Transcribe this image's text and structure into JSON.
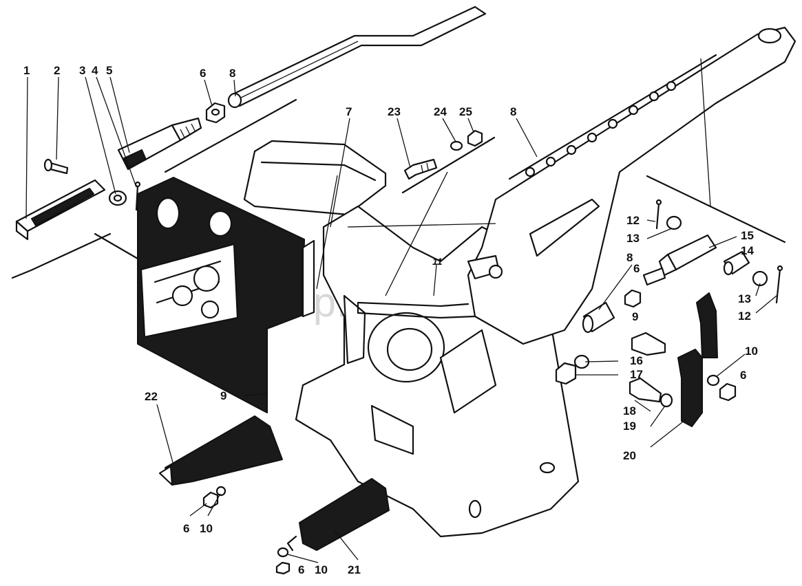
{
  "watermark": "autopiter.ru",
  "callouts": [
    {
      "id": "c1",
      "text": "1"
    },
    {
      "id": "c2",
      "text": "2"
    },
    {
      "id": "c3",
      "text": "3"
    },
    {
      "id": "c4",
      "text": "4"
    },
    {
      "id": "c5",
      "text": "5"
    },
    {
      "id": "c6a",
      "text": "6"
    },
    {
      "id": "c8a",
      "text": "8"
    },
    {
      "id": "c7",
      "text": "7"
    },
    {
      "id": "c23",
      "text": "23"
    },
    {
      "id": "c24",
      "text": "24"
    },
    {
      "id": "c25",
      "text": "25"
    },
    {
      "id": "c8b",
      "text": "8"
    },
    {
      "id": "c12a",
      "text": "12"
    },
    {
      "id": "c13a",
      "text": "13"
    },
    {
      "id": "c15",
      "text": "15"
    },
    {
      "id": "c14",
      "text": "14"
    },
    {
      "id": "c8c",
      "text": "8"
    },
    {
      "id": "c6b",
      "text": "6"
    },
    {
      "id": "c11",
      "text": "11"
    },
    {
      "id": "c13b",
      "text": "13"
    },
    {
      "id": "c12b",
      "text": "12"
    },
    {
      "id": "c9a",
      "text": "9"
    },
    {
      "id": "c16",
      "text": "16"
    },
    {
      "id": "c10a",
      "text": "10"
    },
    {
      "id": "c17",
      "text": "17"
    },
    {
      "id": "c6c",
      "text": "6"
    },
    {
      "id": "c22",
      "text": "22"
    },
    {
      "id": "c9b",
      "text": "9"
    },
    {
      "id": "c18",
      "text": "18"
    },
    {
      "id": "c19",
      "text": "19"
    },
    {
      "id": "c20",
      "text": "20"
    },
    {
      "id": "c6d",
      "text": "6"
    },
    {
      "id": "c10b",
      "text": "10"
    },
    {
      "id": "c6e",
      "text": "6"
    },
    {
      "id": "c10c",
      "text": "10"
    },
    {
      "id": "c21",
      "text": "21"
    }
  ]
}
